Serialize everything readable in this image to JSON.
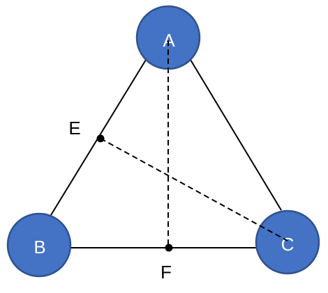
{
  "colors": {
    "node_fill": "#4472C4",
    "node_stroke": "#2F528F",
    "line": "#000000",
    "point": "#000000"
  },
  "nodes": {
    "a": {
      "label": "A"
    },
    "b": {
      "label": "B"
    },
    "c": {
      "label": "C"
    }
  },
  "points": {
    "e": {
      "label": "E"
    },
    "f": {
      "label": "F"
    }
  },
  "edges": [
    {
      "from": "A",
      "to": "B",
      "style": "solid"
    },
    {
      "from": "A",
      "to": "C",
      "style": "solid"
    },
    {
      "from": "B",
      "to": "C",
      "style": "solid"
    },
    {
      "from": "A",
      "to": "F",
      "style": "dashed"
    },
    {
      "from": "E",
      "to": "C",
      "style": "dashed"
    }
  ]
}
